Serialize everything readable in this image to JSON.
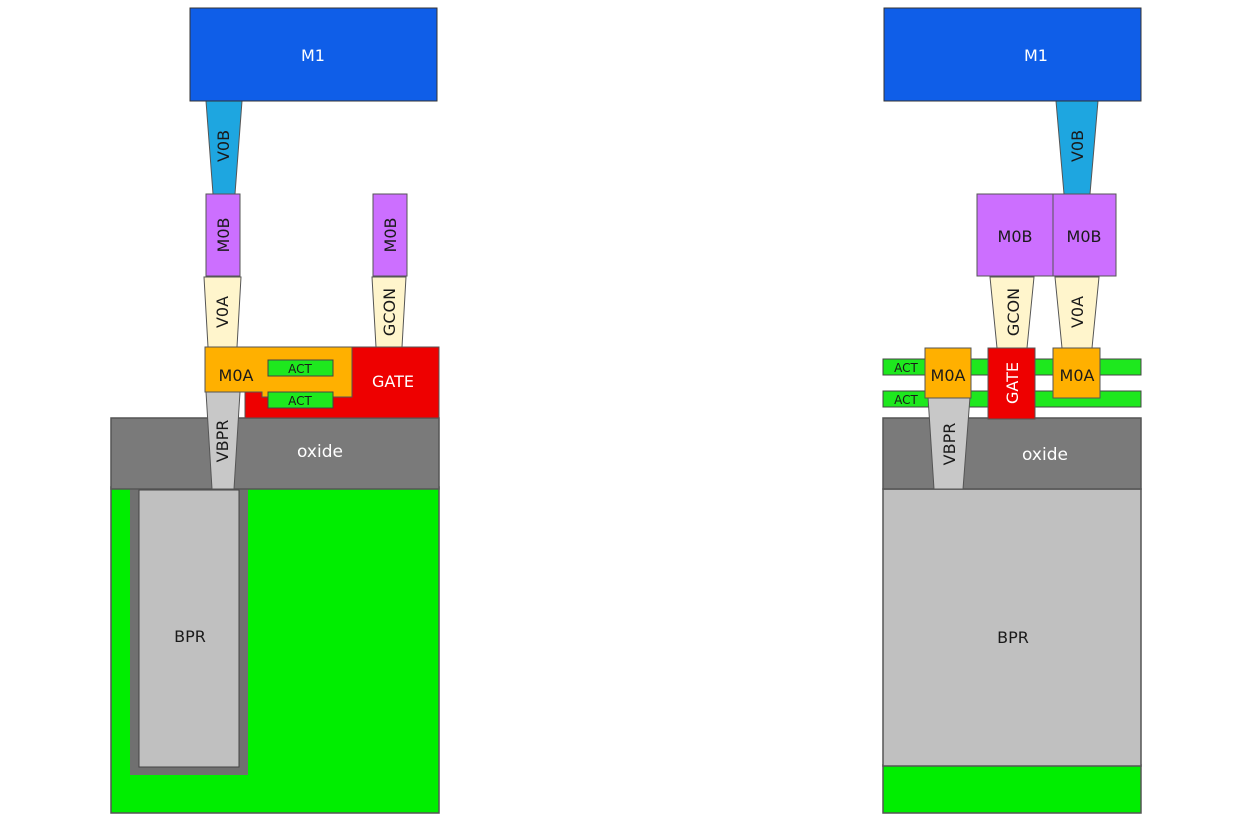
{
  "diagram_left": {
    "m1": "M1",
    "v0b": "V0B",
    "m0b_left": "M0B",
    "m0b_right": "M0B",
    "v0a": "V0A",
    "gcon": "GCON",
    "m0a": "M0A",
    "act_top": "ACT",
    "act_bottom": "ACT",
    "gate": "GATE",
    "vbpr": "VBPR",
    "oxide": "oxide",
    "bpr": "BPR"
  },
  "diagram_right": {
    "m1": "M1",
    "v0b": "V0B",
    "m0b_left": "M0B",
    "m0b_right": "M0B",
    "gcon": "GCON",
    "v0a": "V0A",
    "act_top": "ACT",
    "act_bottom": "ACT",
    "m0a_left": "M0A",
    "m0a_right": "M0A",
    "gate": "GATE",
    "vbpr": "VBPR",
    "oxide": "oxide",
    "bpr": "BPR"
  },
  "colors": {
    "m1": "#0f5ee8",
    "via_v0b": "#1ea6e0",
    "m0b": "#cc6fff",
    "via_cream": "#fff5cc",
    "m0a": "#ffb000",
    "act": "#1ee81e",
    "gate": "#ee0000",
    "oxide": "#7a7a7a",
    "vbpr": "#c8c8c8",
    "bpr": "#c0c0c0",
    "substrate": "#00ee00",
    "outline": "#555555"
  }
}
